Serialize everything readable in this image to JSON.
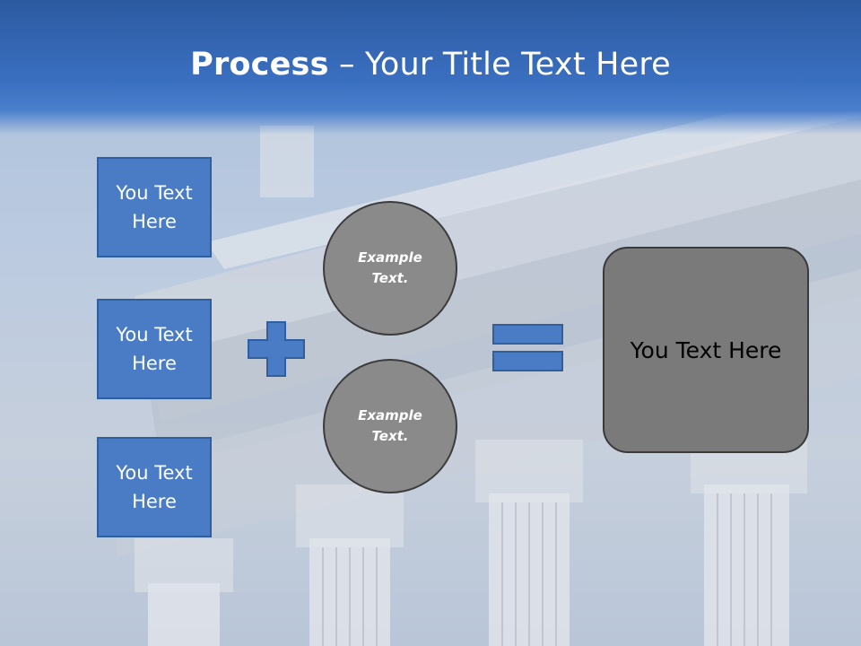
{
  "slide": {
    "title_bold": "Process",
    "title_rest": " – Your Title Text Here"
  },
  "input_boxes": [
    {
      "label": "You Text Here"
    },
    {
      "label": "You Text Here"
    },
    {
      "label": "You Text Here"
    }
  ],
  "circles": [
    {
      "label": "Example Text."
    },
    {
      "label": "Example Text."
    }
  ],
  "result": {
    "label": "You Text Here"
  },
  "colors": {
    "title_bar": "#2c5aa0",
    "box_fill": "#4a7cc6",
    "box_border": "#2f5f9e",
    "circle_fill": "#8a8a8a",
    "result_fill": "#7a7a7a"
  },
  "icons": [
    "plus-icon",
    "equals-icon"
  ]
}
